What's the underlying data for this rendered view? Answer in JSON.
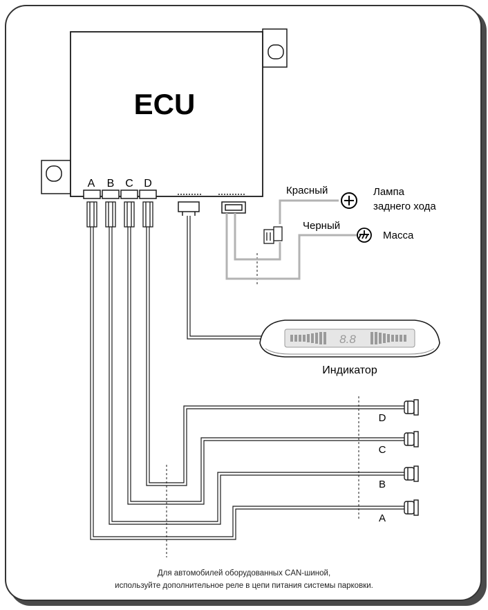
{
  "ecu": {
    "label": "ECU",
    "ports": [
      "A",
      "B",
      "C",
      "D"
    ]
  },
  "power": {
    "red_label": "Красный",
    "black_label": "Черный",
    "lamp_line1": "Лампа",
    "lamp_line2": "заднего хода",
    "ground_label": "Масса"
  },
  "indicator": {
    "label": "Индикатор",
    "display": "8.8"
  },
  "sensors": [
    "D",
    "C",
    "B",
    "A"
  ],
  "note": {
    "line1": "Для автомобилей оборудованных CAN-шиной,",
    "line2": "используйте дополнительное реле в цепи питания системы парковки."
  },
  "colors": {
    "power_wire": "#b3b3b3",
    "stroke": "#1a1a1a",
    "indicator_green": "#2f9e2f"
  }
}
